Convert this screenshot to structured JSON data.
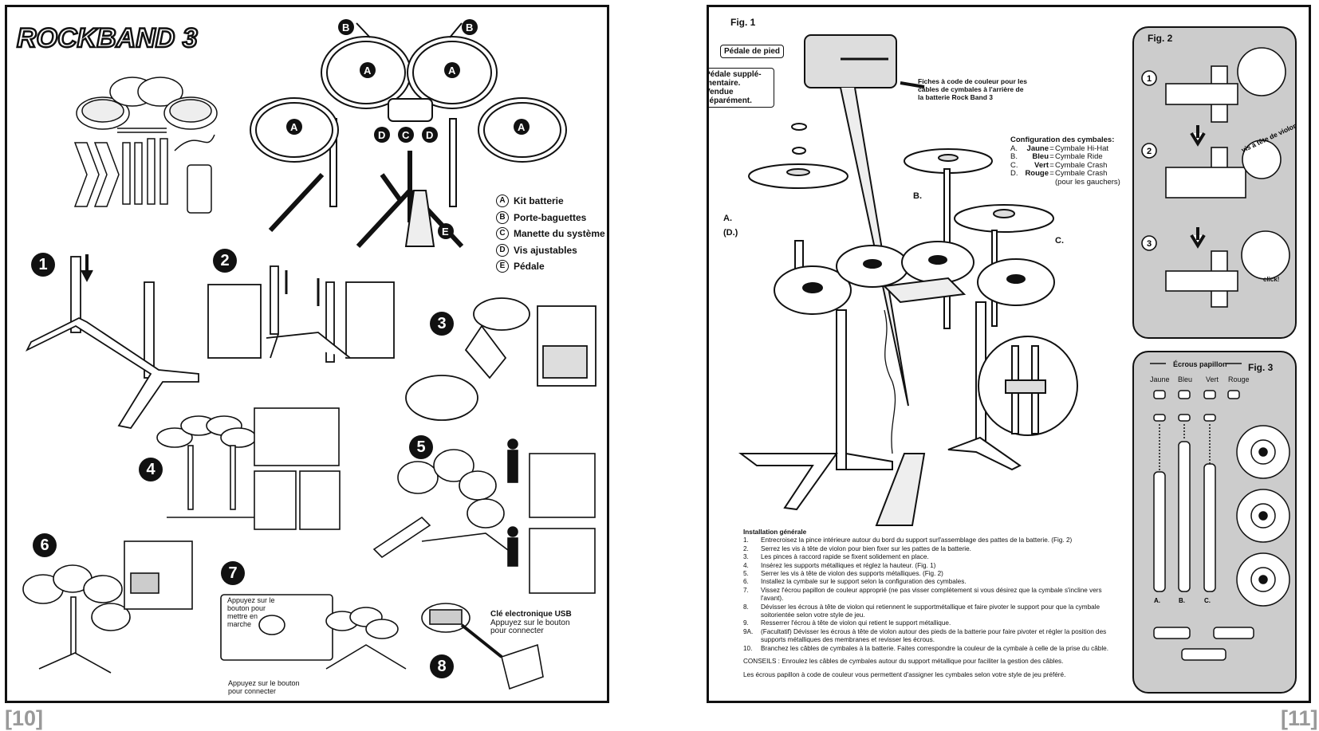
{
  "left_page": {
    "logo_text": "ROCKBAND 3",
    "page_number": "10",
    "legend": [
      {
        "key": "A",
        "label": "Kit batterie"
      },
      {
        "key": "B",
        "label": "Porte-baguettes"
      },
      {
        "key": "C",
        "label": "Manette du système"
      },
      {
        "key": "D",
        "label": "Vis ajustables"
      },
      {
        "key": "E",
        "label": "Pédale"
      }
    ],
    "drum_markers": {
      "a": "A",
      "b": "B",
      "c": "C",
      "d": "D",
      "e": "E"
    },
    "steps": [
      "1",
      "2",
      "3",
      "4",
      "5",
      "6",
      "7",
      "8"
    ],
    "step7_caption_power": "Appuyez sur le bouton pour mettre en marche",
    "step7_caption_connect": "Appuyez sur le bouton pour connecter",
    "step8_title": "Clé electronique USB",
    "step8_caption": "Appuyez sur le bouton pour connecter"
  },
  "right_page": {
    "page_number": "11",
    "fig1": "Fig. 1",
    "fig2": "Fig. 2",
    "fig3": "Fig. 3",
    "callout_foot_pedal": "Pédale de pied",
    "callout_extra_pedal": "Pédale supplé-mentaire. Vendue séparément.",
    "callout_color_plugs": "Fiches à code de couleur pour les câbles de cymbales à l'arrière de la batterie Rock Band 3",
    "cymbal_config": {
      "title": "Configuration des cymbales:",
      "rows": [
        {
          "key": "A.",
          "color": "Jaune",
          "name": "Cymbale Hi-Hat"
        },
        {
          "key": "B.",
          "color": "Bleu",
          "name": "Cymbale Ride"
        },
        {
          "key": "C.",
          "color": "Vert",
          "name": "Cymbale Crash"
        },
        {
          "key": "D.",
          "color": "Rouge",
          "name": "Cymbale Crash"
        }
      ],
      "note": "(pour les gauchers)"
    },
    "cymbal_labels": {
      "a": "A.",
      "d": "(D.)",
      "b": "B.",
      "c": "C."
    },
    "fig2_steps": [
      "1",
      "2",
      "3"
    ],
    "fig2_violin": "vis à tête de violon",
    "fig2_click": "click!",
    "fig3_title": "Écrous papillon",
    "fig3_colors": [
      "Jaune",
      "Bleu",
      "Vert",
      "Rouge"
    ],
    "fig3_poles": [
      "A.",
      "B.",
      "C."
    ],
    "installation": {
      "title": "Installation générale",
      "steps": [
        {
          "n": "1.",
          "text": "Entrecroisez la pince intérieure autour du bord du support surl'assemblage des pattes de la batterie. (Fig. 2)"
        },
        {
          "n": "2.",
          "text": "Serrez les vis à tête de violon pour bien fixer sur les pattes de la batterie."
        },
        {
          "n": "3.",
          "text": "Les pinces à raccord rapide se fixent solidement en place."
        },
        {
          "n": "4.",
          "text": "Insérez les supports métalliques et réglez la hauteur. (Fig. 1)"
        },
        {
          "n": "5.",
          "text": "Serrer les vis à tête de violon des supports métalliques. (Fig. 2)"
        },
        {
          "n": "6.",
          "text": "Installez la cymbale sur le support selon la configuration des cymbales."
        },
        {
          "n": "7.",
          "text": "Vissez l'écrou papillon de couleur approprié (ne pas visser complètement si vous désirez que la cymbale s'incline vers l'avant)."
        },
        {
          "n": "8.",
          "text": "Dévisser les écrous à tête de violon qui retiennent le supportmétallique et faire pivoter le support pour que la cymbale soitorientée selon votre style de jeu."
        },
        {
          "n": "9.",
          "text": "Resserrer l'écrou à tête de violon qui retient le support métallique."
        },
        {
          "n": "9A.",
          "text": "(Facultatif) Dévisser les écrous à tête de violon autour des pieds de la batterie pour faire pivoter et régler la position des supports métalliques des membranes et revisser les écrous."
        },
        {
          "n": "10.",
          "text": "Branchez les câbles de cymbales à la batterie. Faites correspondre la couleur de la cymbale à celle de la prise du câble."
        }
      ],
      "tip": "CONSEILS : Enroulez les câbles de cymbales autour du support métallique pour faciliter la gestion des câbles.",
      "note": "Les écrous papillon à code de couleur vous permettent d'assigner les cymbales selon votre style de jeu préféré."
    }
  }
}
